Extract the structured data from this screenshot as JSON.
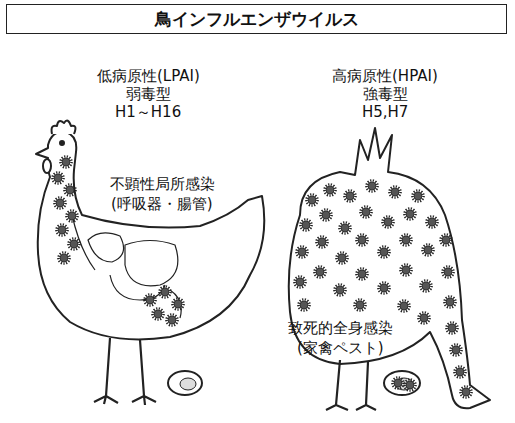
{
  "diagram": {
    "title": "鳥インフルエンザウイルス",
    "labels": [
      "低病原性(LPAI)",
      "弱毒型",
      "H1～H16",
      "不顕性局所感染",
      "(呼吸器・腸管)",
      "高病原性(HPAI)",
      "強毒型",
      "H5,H7",
      "致死的全身感染",
      "(家禽ペスト)"
    ]
  }
}
